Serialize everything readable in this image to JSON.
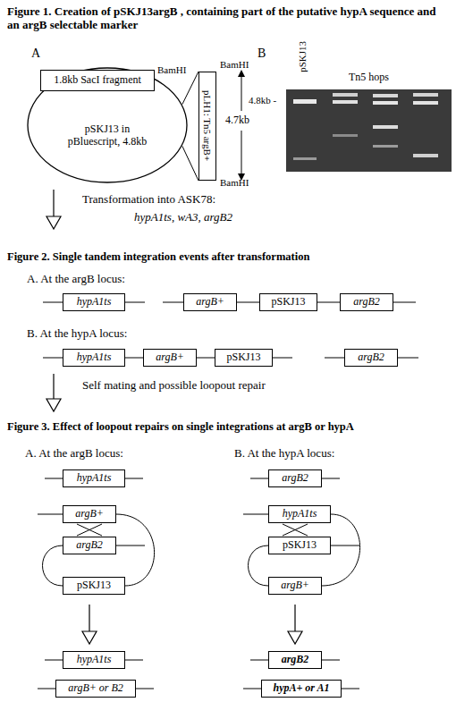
{
  "diagram": {
    "nodes": [
      {
        "text": [
          "1.8kb SacI fragment"
        ]
      },
      {
        "text": [
          "pSKJ13 in pBluescript, 4.8kb"
        ]
      },
      {
        "text": [
          "pLH1: Tn5 argB+"
        ]
      },
      {
        "text": [
          "hypA1ts"
        ]
      },
      {
        "text": [
          "argB+"
        ]
      },
      {
        "text": [
          "pSKJ13"
        ]
      },
      {
        "text": [
          "argB2"
        ]
      },
      {
        "text": [
          "hypA1ts"
        ]
      },
      {
        "text": [
          "argB+"
        ]
      },
      {
        "text": [
          "pSKJ13"
        ]
      },
      {
        "text": [
          "argB2"
        ]
      },
      {
        "text": [
          "hypA1ts"
        ]
      },
      {
        "text": [
          "argB+"
        ]
      },
      {
        "text": [
          "argB2"
        ]
      },
      {
        "text": [
          "pSKJ13"
        ]
      },
      {
        "text": [
          "hypA1ts"
        ]
      },
      {
        "text": [
          "argB+ or B2"
        ]
      },
      {
        "text": [
          "argB2"
        ]
      },
      {
        "text": [
          "hypA1ts"
        ]
      },
      {
        "text": [
          "pSKJ13"
        ]
      },
      {
        "text": [
          "argB+"
        ]
      },
      {
        "text": [
          "argB2"
        ]
      },
      {
        "text": [
          "hypA+ or A1"
        ]
      }
    ],
    "edges": [
      {
        "from": 1,
        "to": 2,
        "arrow": "none"
      },
      {
        "from": 1,
        "to": 2,
        "arrow": "none"
      },
      {
        "from": 4,
        "to": 5,
        "arrow": "none"
      },
      {
        "from": 5,
        "to": 6,
        "arrow": "none"
      },
      {
        "from": 7,
        "to": 8,
        "arrow": "none"
      },
      {
        "from": 8,
        "to": 9,
        "arrow": "none"
      },
      {
        "from": 12,
        "to": 14,
        "arrow": "none"
      },
      {
        "from": 13,
        "to": 14,
        "arrow": "none"
      },
      {
        "from": 18,
        "to": 20,
        "arrow": "none"
      },
      {
        "from": 19,
        "to": 20,
        "arrow": "none"
      }
    ],
    "labels": [
      "Figure 1. Creation of pSKJ13argB , containing part of the putative hypA sequence and an argB selectable marker",
      "A",
      "B",
      "BamHI",
      "BamHI",
      "BamHI",
      "4.7kb",
      "pSKJ13",
      "Tn5 hops",
      "4.8kb -",
      "Transformation into ASK78:",
      "hypA1ts, wA3, argB2",
      "Figure 2. Single tandem integration events after transformation",
      "A. At the argB locus:",
      "B. At the hypA locus:",
      "Self mating and possible loopout repair",
      "Figure 3. Effect of loopout repairs on single integrations at argB or hypA",
      "A. At the argB locus:",
      "B. At the hypA locus:"
    ]
  }
}
